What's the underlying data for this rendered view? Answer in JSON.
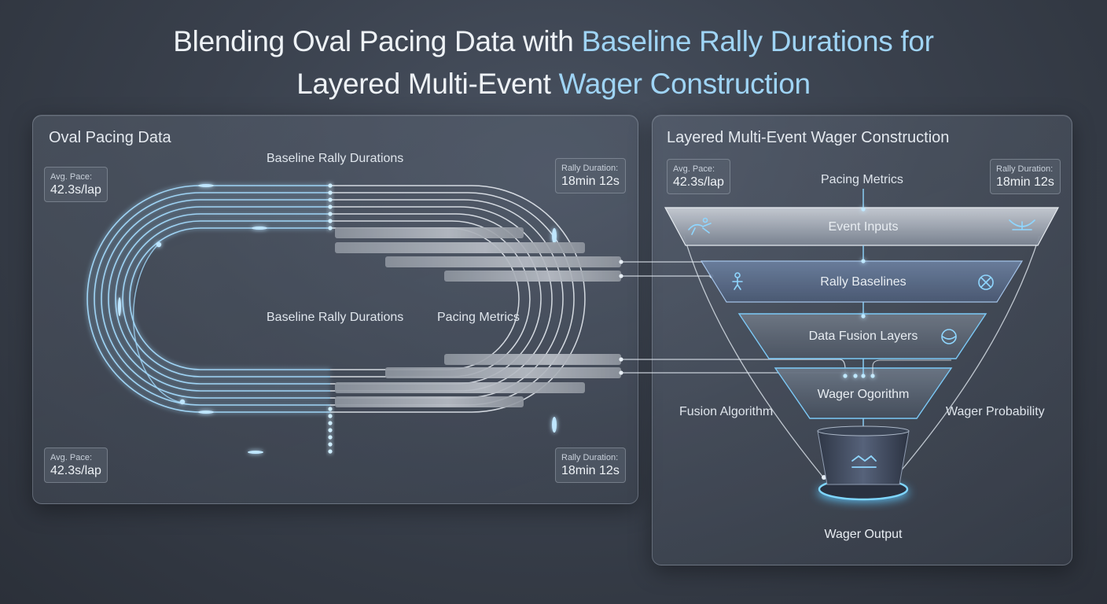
{
  "title": {
    "line1_a": "Blending Oval Pacing Data with ",
    "line1_b": "Baseline Rally Durations for",
    "line2_a": "Layered Multi-Event ",
    "line2_b": "Wager Construction"
  },
  "left_panel": {
    "title": "Oval Pacing Data",
    "top_label": "Baseline Rally Durations",
    "center_label_a": "Baseline Rally Durations",
    "center_label_b": "Pacing Metrics",
    "stats": [
      {
        "key": "Avg. Pace:",
        "value": "42.3s/lap"
      },
      {
        "key": "Rally Duration:",
        "value": "18min 12s"
      },
      {
        "key": "Avg. Pace:",
        "value": "42.3s/lap"
      },
      {
        "key": "Rally Duration:",
        "value": "18min 12s"
      }
    ]
  },
  "right_panel": {
    "title": "Layered Multi-Event Wager Construction",
    "top_label": "Pacing Metrics",
    "stats": [
      {
        "key": "Avg. Pace:",
        "value": "42.3s/lap"
      },
      {
        "key": "Rally Duration:",
        "value": "18min 12s"
      }
    ],
    "layers": [
      "Event Inputs",
      "Rally Baselines",
      "Data Fusion Layers",
      "Wager Ogorithm"
    ],
    "side_left": "Fusion Algorithm",
    "side_right": "Wager Probability",
    "output": "Wager Output"
  },
  "colors": {
    "accent": "#9fd4f5",
    "glow": "#5fc8ff",
    "track": "#a8d8f8"
  },
  "icons": [
    "runner-icon",
    "boat-icon",
    "person-icon",
    "compass-icon",
    "target-icon",
    "wave-icon"
  ]
}
